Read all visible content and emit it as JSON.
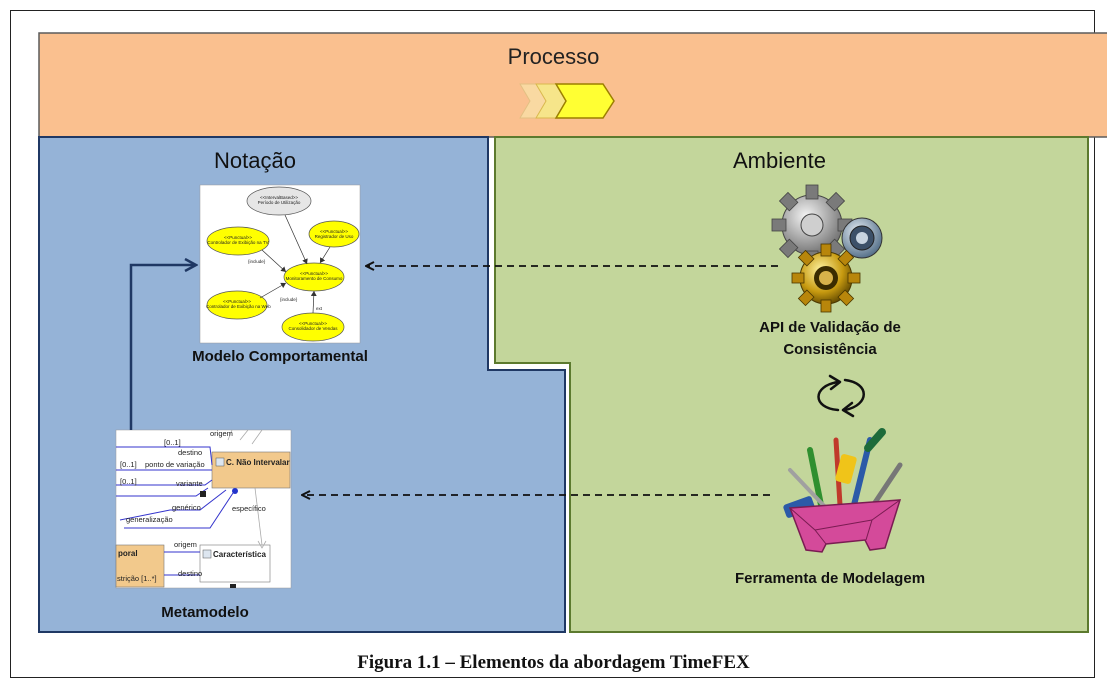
{
  "processo": {
    "title": "Processo"
  },
  "notacao": {
    "title": "Notação",
    "modelo_label": "Modelo Comportamental",
    "metamodelo_label": "Metamodelo",
    "metamodel": {
      "c_nao_intervalar": "C. Não Intervalar",
      "caracteristica": "Característica",
      "poral": "poral",
      "restricao": "strição [1..*]",
      "origem_top": "origem",
      "range_01_a": "[0..1]",
      "destino_top": "destino",
      "range_01_b": "[0..1]",
      "ponto_variacao": "ponto de variação",
      "range_01_c": "[0..1]",
      "variante": "variante",
      "generico": "genérico",
      "especifico": "específico",
      "generalizacao": "generalização",
      "origem_bottom": "origem",
      "destino_bottom": "destino"
    },
    "usecase": {
      "top": "<<IntervalBased>>\nPeríodo de Utilização",
      "left_top": "<<Punctual>>\nControlador de Exibição na TV",
      "right_top": "<<Punctual>>\nRegistrador de Uso",
      "center": "<<Punctual>>\nMonitoramento de Consumo",
      "left_bottom": "<<Punctual>>\nControlador de Exibição na Web",
      "right_bottom": "<<Punctual>>\nConsolidador de Vendas",
      "include_a": "{include}",
      "include_b": "{include}",
      "ext": "ext"
    }
  },
  "ambiente": {
    "title": "Ambiente",
    "api_label_line1": "API de Validação de",
    "api_label_line2": "Consistência",
    "ferramenta_label": "Ferramenta de Modelagem"
  },
  "caption": "Figura 1.1 – Elementos da abordagem TimeFEX",
  "colors": {
    "processo_fill": "#FAC08F",
    "notacao_fill": "#95B3D7",
    "ambiente_fill": "#C3D69B",
    "usecase_yellow": "#FFFF00",
    "chevron": "#FFFF33"
  }
}
